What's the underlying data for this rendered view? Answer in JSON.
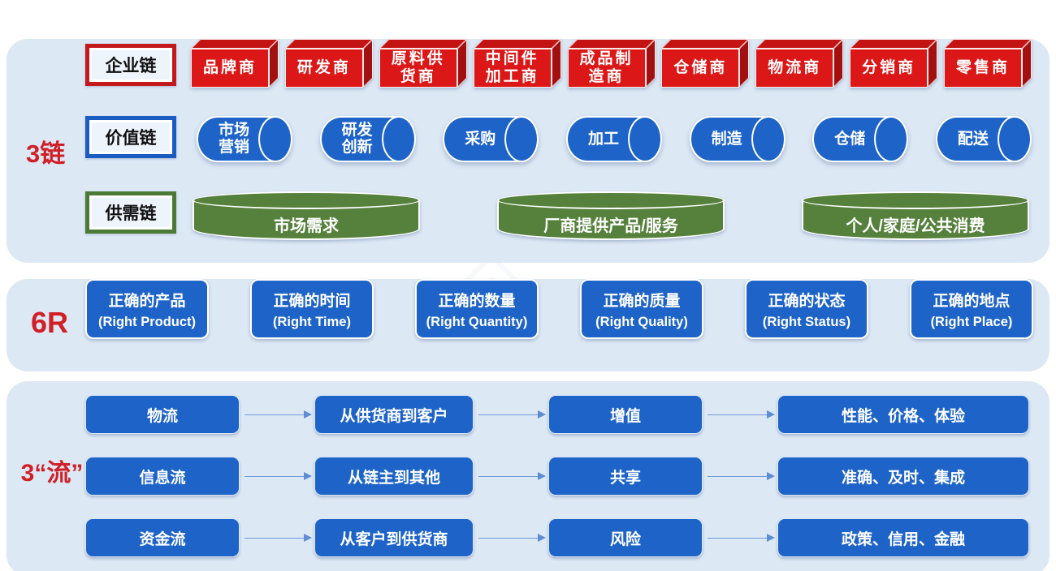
{
  "colors": {
    "panel_bg": "#dde8f5",
    "red_box": "#dc1717",
    "red_box_top": "#c41313",
    "red_box_side": "#a31010",
    "blue": "#1e64c8",
    "green": "#56813c",
    "label_red": "#d01f27",
    "key_border_red": "#c3191c",
    "key_border_blue": "#1b5cc0",
    "key_border_green": "#4a7a35",
    "arrow": "#5d8ed4"
  },
  "sections": {
    "chains": {
      "label": "3链",
      "enterprise": {
        "label": "企业链",
        "items": [
          "品牌商",
          "研发商",
          "原料供\n货商",
          "中间件\n加工商",
          "成品制\n造商",
          "仓储商",
          "物流商",
          "分销商",
          "零售商"
        ]
      },
      "value": {
        "label": "价值链",
        "items": [
          "市场\n营销",
          "研发\n创新",
          "采购",
          "加工",
          "制造",
          "仓储",
          "配送"
        ]
      },
      "supply_demand": {
        "label": "供需链",
        "items": [
          "市场需求",
          "厂商提供产品/服务",
          "个人/家庭/公共消费"
        ]
      }
    },
    "six_r": {
      "label": "6R",
      "items": [
        {
          "zh": "正确的产品",
          "en": "(Right Product)"
        },
        {
          "zh": "正确的时间",
          "en": "(Right Time)"
        },
        {
          "zh": "正确的数量",
          "en": "(Right Quantity)"
        },
        {
          "zh": "正确的质量",
          "en": "(Right Quality)"
        },
        {
          "zh": "正确的状态",
          "en": "(Right Status)"
        },
        {
          "zh": "正确的地点",
          "en": "(Right Place)"
        }
      ]
    },
    "flows": {
      "label": "3“流”",
      "rows": [
        {
          "cells": [
            "物流",
            "从供货商到客户",
            "增值",
            "性能、价格、体验"
          ]
        },
        {
          "cells": [
            "信息流",
            "从链主到其他",
            "共享",
            "准确、及时、集成"
          ]
        },
        {
          "cells": [
            "资金流",
            "从客户到供货商",
            "风险",
            "政策、信用、金融"
          ]
        }
      ]
    }
  }
}
